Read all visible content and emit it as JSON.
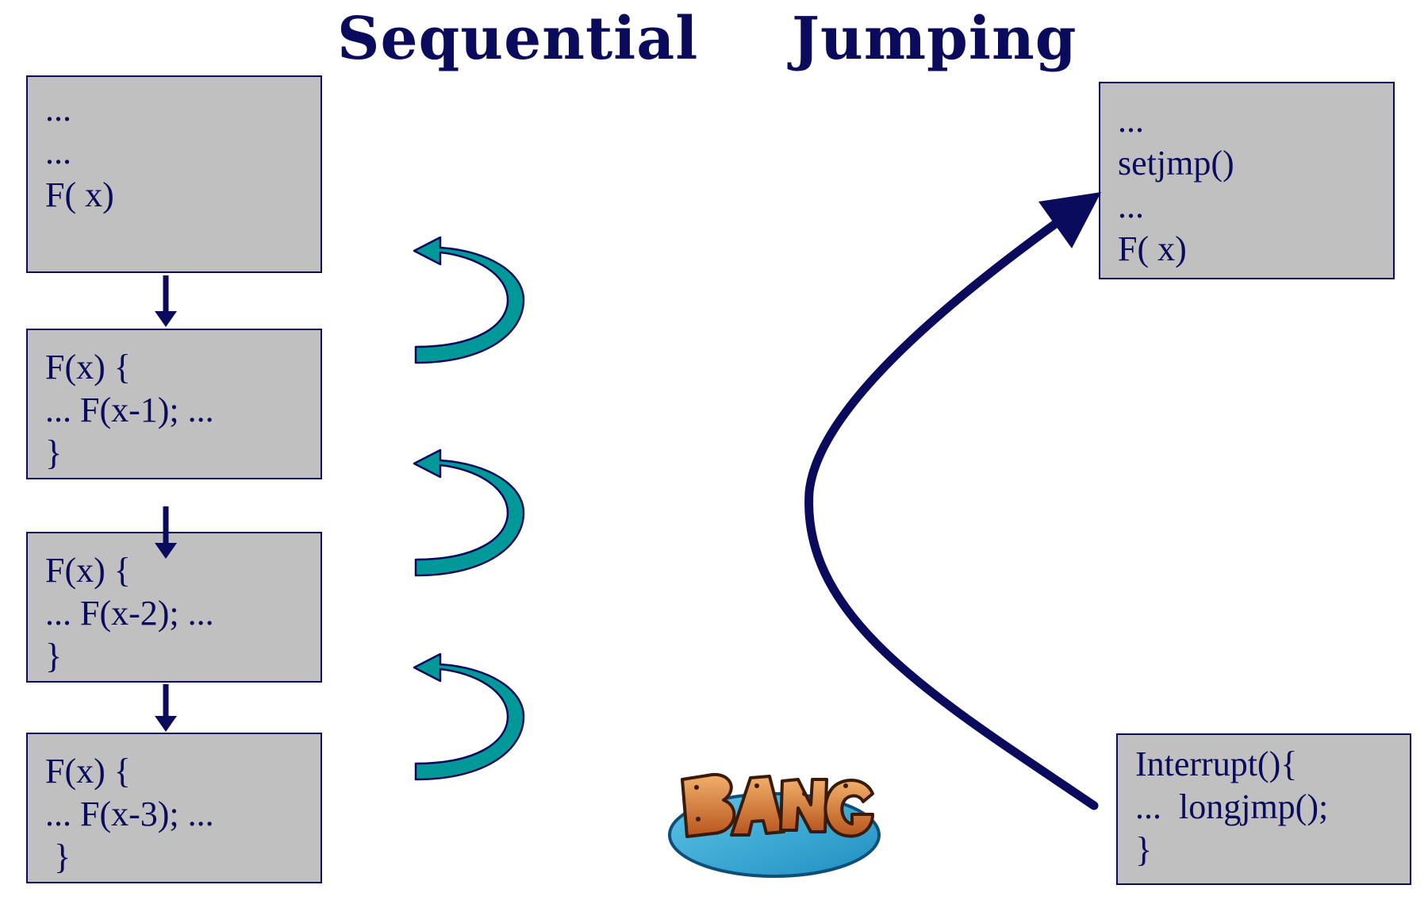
{
  "titles": {
    "sequential": "Sequential",
    "jumping": "Jumping"
  },
  "stack": {
    "frame_main": [
      "...",
      "",
      "...",
      "F( x)"
    ],
    "frame_1": [
      "F(x) {",
      "... F(x-1); ...",
      "}"
    ],
    "frame_2": [
      "F(x) {",
      "... F(x-2); ...",
      "}"
    ],
    "frame_3": [
      "F(x) {",
      "... F(x-3); ...",
      " }"
    ]
  },
  "jump": {
    "setjmp_frame": [
      "...",
      "setjmp()",
      "...",
      "F( x)"
    ],
    "interrupt_frame": [
      "Interrupt(){",
      "...  longjmp();",
      "}"
    ]
  },
  "bang_label": "BANG",
  "colors": {
    "text": "#0b0b5e",
    "box_fill": "#c0c0c0",
    "return_arrow": "#009999",
    "call_arrow": "#0b0b5e"
  },
  "icons": {
    "call_arrow": "down-arrow-icon",
    "return_arrow": "u-turn-arrow-icon",
    "jump_arrow": "curved-jump-arrow-icon",
    "bang": "bang-comic-icon"
  }
}
